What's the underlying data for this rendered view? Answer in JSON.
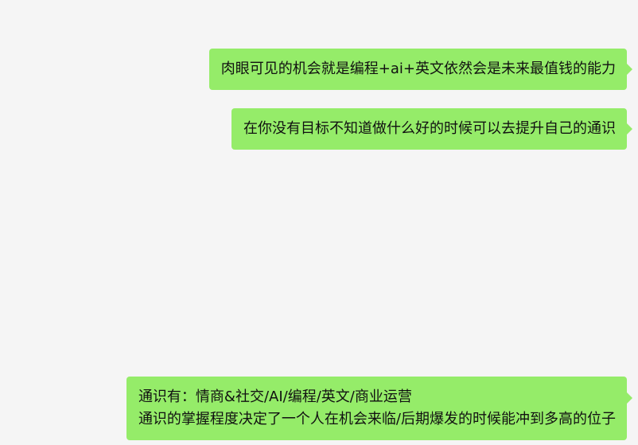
{
  "messages": [
    {
      "text": "肉眼可见的机会就是编程+ai+英文依然会是未来最值钱的能力"
    },
    {
      "text": "在你没有目标不知道做什么好的时候可以去提升自己的通识"
    },
    {
      "lines": [
        "通识有：情商&社交/AI/编程/英文/商业运营",
        "通识的掌握程度决定了一个人在机会来临/后期爆发的时候能冲到多高的位子"
      ]
    }
  ],
  "colors": {
    "background": "#f5f5f5",
    "bubble_sent": "#95ec69",
    "text": "#111111"
  }
}
